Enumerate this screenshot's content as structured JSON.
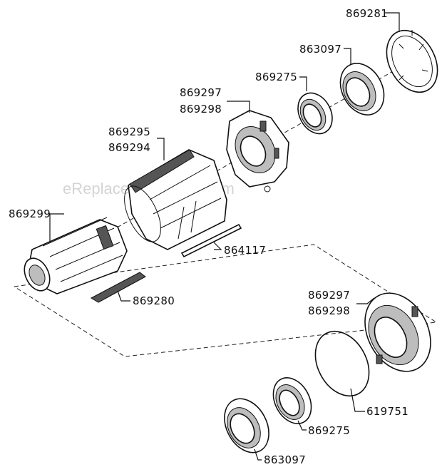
{
  "watermark": "eReplacementParts.com",
  "labels": {
    "p869281": "869281",
    "p863097_top": "863097",
    "p869275_top": "869275",
    "p869297_top": "869297",
    "p869298_top": "869298",
    "p869295": "869295",
    "p869294": "869294",
    "p869299": "869299",
    "p864117": "864117",
    "p869280": "869280",
    "p869297_bot": "869297",
    "p869298_bot": "869298",
    "p619751": "619751",
    "p869275_bot": "869275",
    "p863097_bot": "863097"
  }
}
